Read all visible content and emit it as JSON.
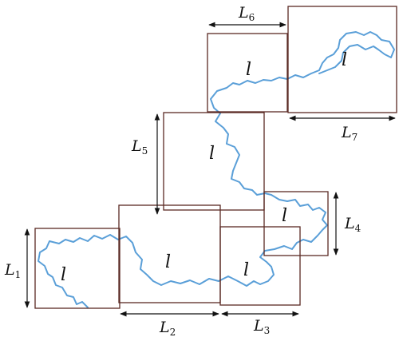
{
  "diagram": {
    "box_label": "l",
    "dimension_symbol": "L",
    "dimensions": [
      {
        "sub": "1"
      },
      {
        "sub": "2"
      },
      {
        "sub": "3"
      },
      {
        "sub": "4"
      },
      {
        "sub": "5"
      },
      {
        "sub": "6"
      },
      {
        "sub": "7"
      }
    ]
  },
  "colors": {
    "box_stroke": "#5a2a24",
    "river": "#5a9fd8",
    "text": "#111111"
  }
}
